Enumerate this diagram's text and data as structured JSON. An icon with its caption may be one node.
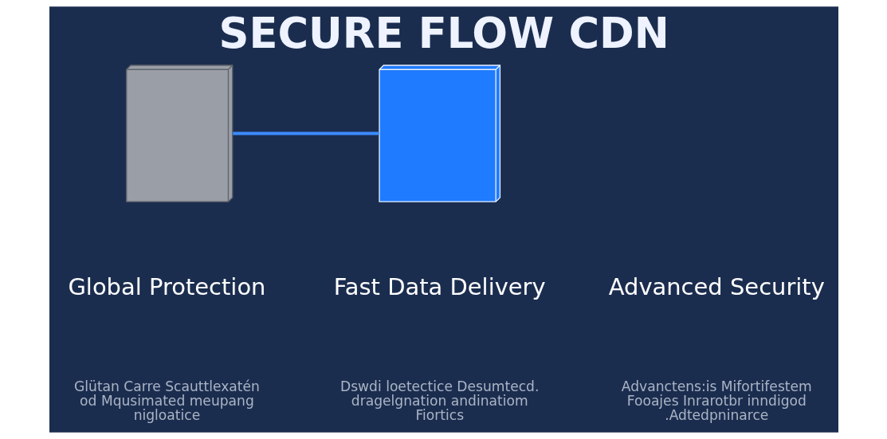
{
  "diagram": {
    "title": "SECURE FLOW CDN",
    "nodes": [
      {
        "text": [],
        "shape": "picture"
      },
      {
        "text": [],
        "shape": "picture"
      }
    ],
    "edges": [
      {
        "from": 0,
        "to": 1,
        "arrow": "none",
        "color": "#3b8cff"
      }
    ],
    "labels": [
      "Global Protection",
      "Glütan Carre Scauttlexatén od Mqusimated meupang nigloatice",
      "Fast Data Delivery",
      "Dswdi loetectice Desumtecd. dragelgnation andinatiom Fiortics",
      "Advanced Security",
      "Advanctens:is Mifortifestem Fooajes Inrarotbr inndigod .Adtedpninarce"
    ]
  }
}
